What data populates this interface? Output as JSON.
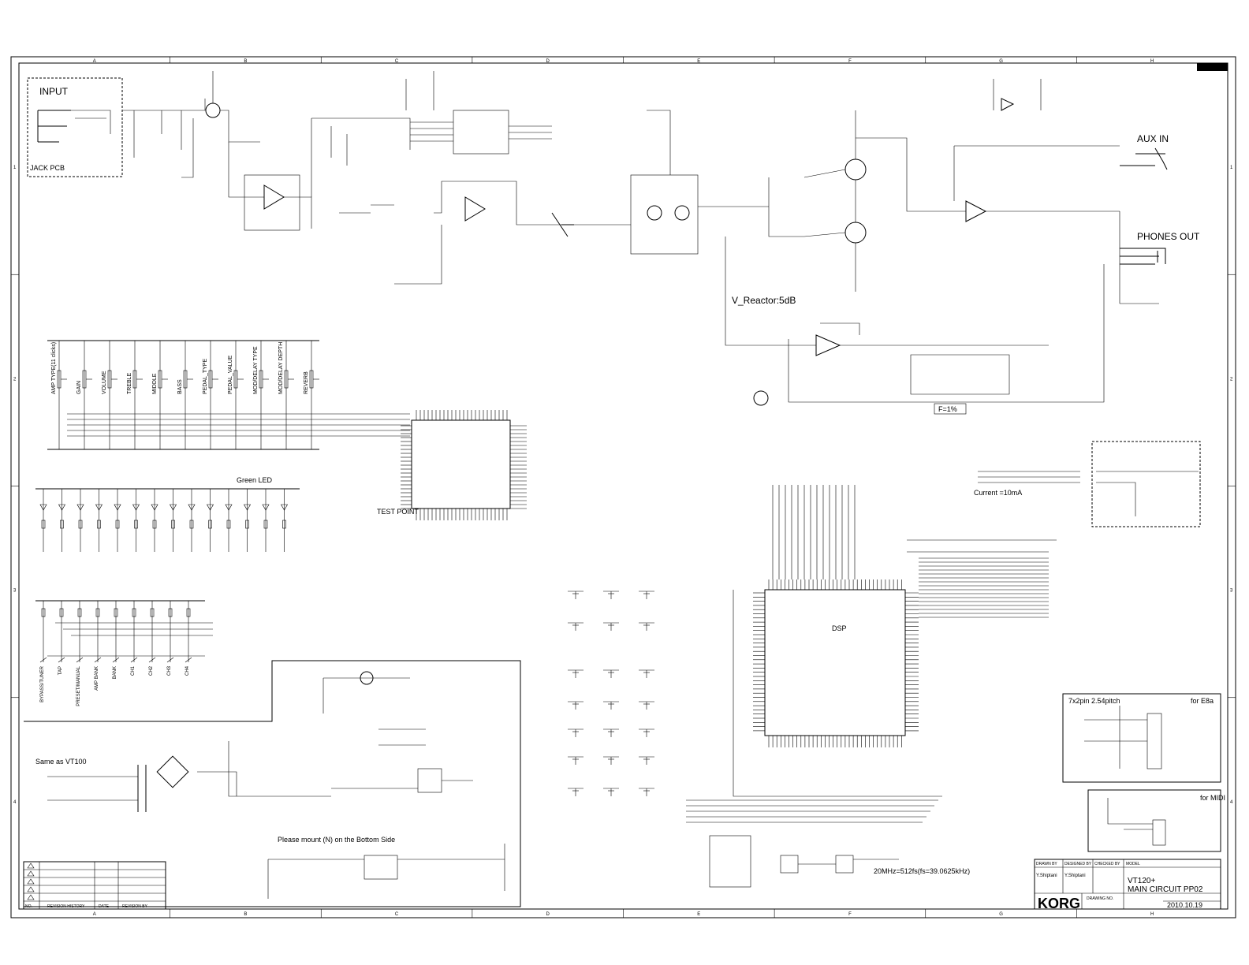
{
  "grid": {
    "columns": [
      "A",
      "B",
      "C",
      "D",
      "E",
      "F",
      "G",
      "H"
    ],
    "rows": [
      "1",
      "2",
      "3",
      "4"
    ]
  },
  "blocks": {
    "input": "INPUT",
    "jack_pcb": "JACK PCB",
    "aux_in": "AUX IN",
    "phones_out": "PHONES OUT",
    "reactor": "V_Reactor:5dB",
    "tolerance": "F=1%",
    "test_point": "TEST POINT",
    "green_led": "Green LED",
    "dsp": "DSP",
    "for_e8a": "for E8a",
    "for_midi": "for MIDI",
    "header_7x2": "7x2pin 2.54pitch",
    "same_as": "Same as VT100",
    "current": "Current =10mA",
    "please_mount": "Please mount (N) on the Bottom Side",
    "freq_note": "20MHz=512fs(fs=39.0625kHz)"
  },
  "knobs": [
    "AMP TYPE(11 clicks)",
    "GAIN",
    "VOLUME",
    "TREBLE",
    "MIDDLE",
    "BASS",
    "PEDAL_TYPE",
    "PEDAL_VALUE",
    "MOD/DELAY TYPE",
    "MOD/DELAY DEPTH",
    "REVERB"
  ],
  "switches": [
    "BYPASS/TUNER",
    "TAP",
    "PRESET/MANUAL",
    "AMP BANK",
    "BANK",
    "CH1",
    "CH2",
    "CH3",
    "CH4"
  ],
  "title_block": {
    "drawn_by_label": "DRAWN BY",
    "designed_by_label": "DESIGNED BY",
    "checked_by_label": "CHECKED BY",
    "model_label": "MODEL",
    "drawn_by": "Y.Shiptani",
    "designed_by": "Y.Shiptani",
    "title_line1": "VT120+",
    "title_line2": "MAIN CIRCUIT PP02",
    "logo": "KORG",
    "drawing_no_label": "DRAWING NO.",
    "date": "2010.10.19"
  },
  "revision_table": {
    "headers": [
      "NO.",
      "REVISION HISTORY",
      "DATE",
      "REVISION BY"
    ]
  }
}
